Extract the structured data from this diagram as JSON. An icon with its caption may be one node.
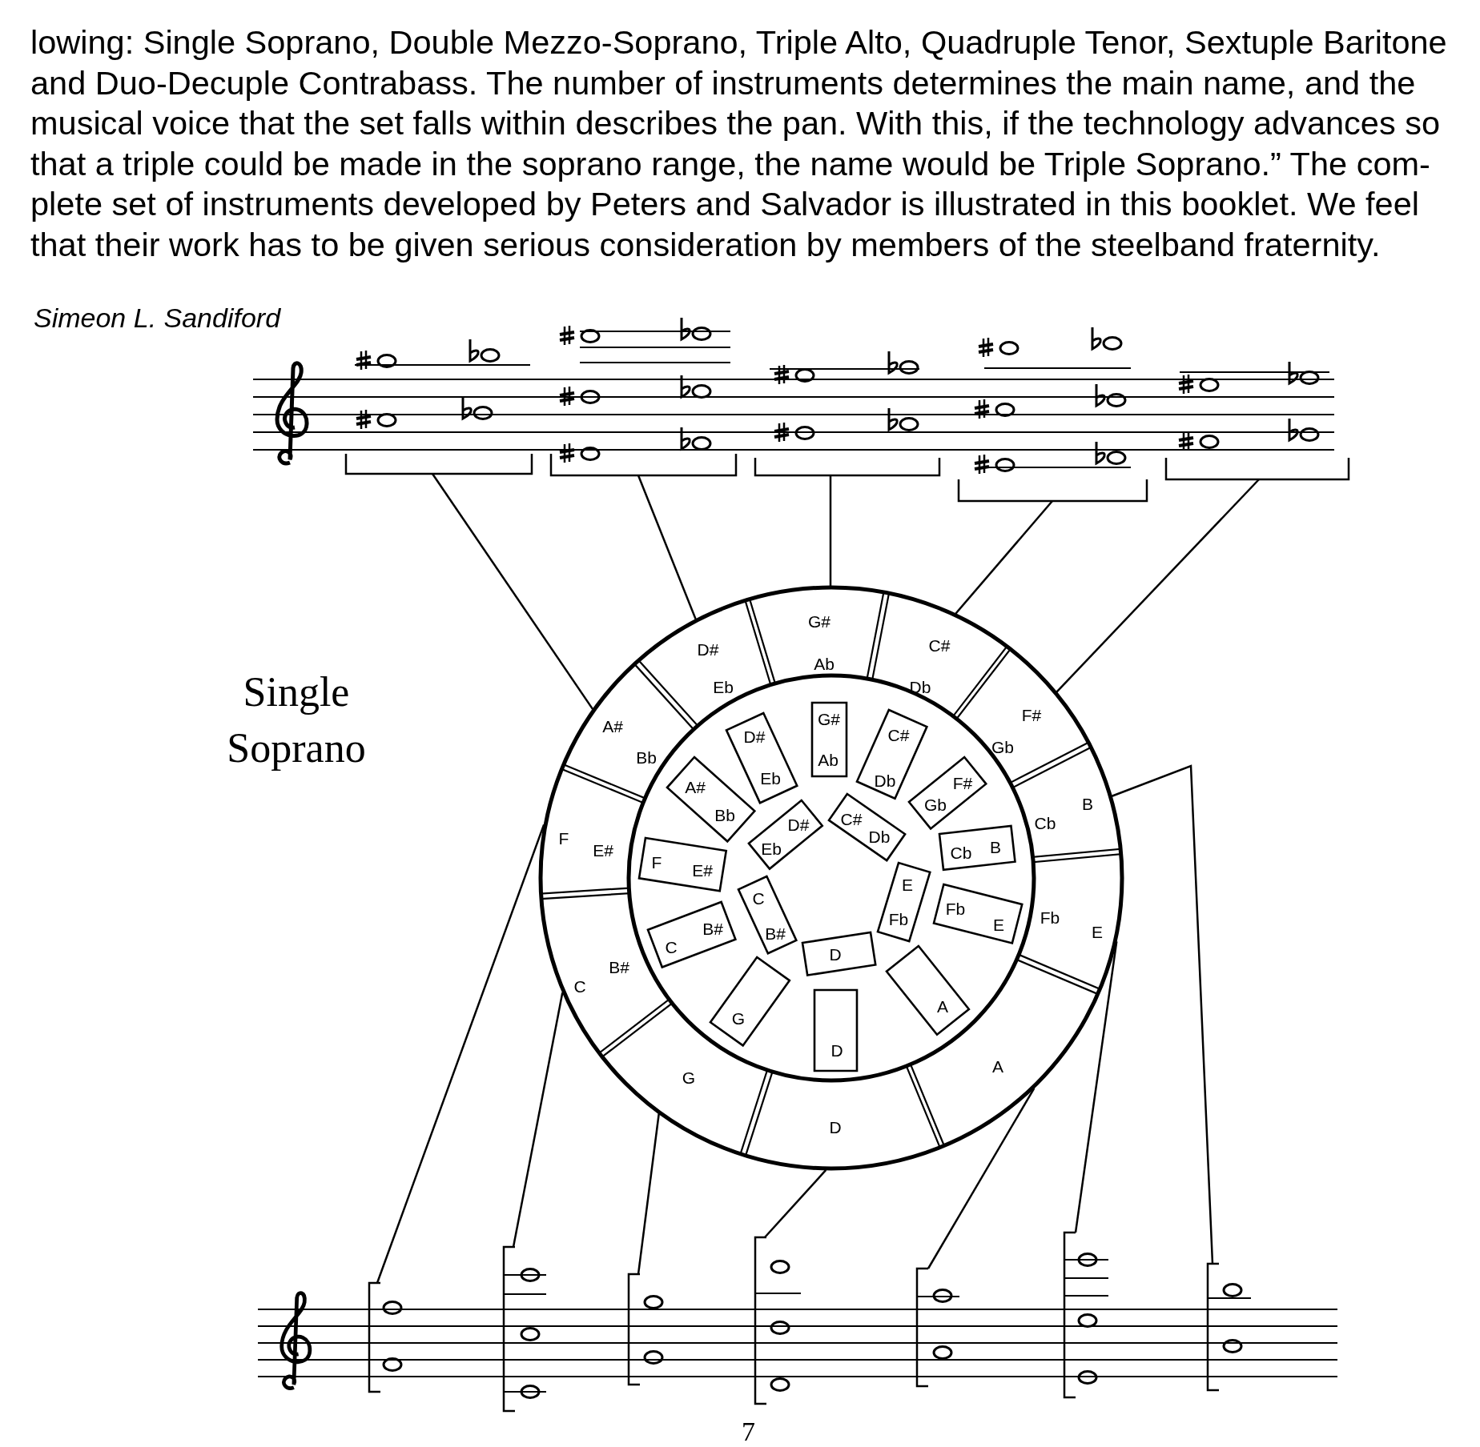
{
  "diagram": {
    "nodes": [
      {
        "text": [],
        "shape": "bracket"
      },
      {
        "text": [],
        "shape": "bracket"
      },
      {
        "text": [],
        "shape": "bracket"
      },
      {
        "text": [],
        "shape": "bracket"
      },
      {
        "text": [],
        "shape": "bracket"
      },
      {
        "text": [],
        "shape": "circle"
      },
      {
        "text": [
          "G#",
          "Ab"
        ],
        "in": 5
      },
      {
        "text": [
          "C#",
          "Db"
        ],
        "in": 5
      },
      {
        "text": [
          "F#",
          "Gb"
        ],
        "in": 5
      },
      {
        "text": [
          "B",
          "Cb"
        ],
        "in": 5
      },
      {
        "text": [
          "Fb",
          "E"
        ],
        "in": 5
      },
      {
        "text": [
          "A"
        ],
        "in": 5
      },
      {
        "text": [
          "D"
        ],
        "in": 5
      },
      {
        "text": [
          "G"
        ],
        "in": 5
      },
      {
        "text": [
          "B#",
          "C"
        ],
        "in": 5
      },
      {
        "text": [
          "F",
          "E#"
        ],
        "in": 5
      },
      {
        "text": [
          "A#",
          "Bb"
        ],
        "in": 5
      },
      {
        "text": [
          "D#",
          "Eb"
        ],
        "in": 5
      },
      {
        "text": [
          "G#",
          "Ab"
        ],
        "in": 5
      },
      {
        "text": [
          "C#",
          "Db"
        ],
        "in": 5
      },
      {
        "text": [
          "F#",
          "Gb"
        ],
        "in": 5
      },
      {
        "text": [
          "Cb",
          "B"
        ],
        "in": 5
      },
      {
        "text": [
          "Fb",
          "E"
        ],
        "in": 5
      },
      {
        "text": [
          "A"
        ],
        "in": 5
      },
      {
        "text": [
          "D"
        ],
        "in": 5
      },
      {
        "text": [
          "G"
        ],
        "in": 5
      },
      {
        "text": [
          "B#",
          "C"
        ],
        "in": 5
      },
      {
        "text": [
          "F",
          "E#"
        ],
        "in": 5
      },
      {
        "text": [
          "A#",
          "Bb"
        ],
        "in": 5
      },
      {
        "text": [
          "D#",
          "Eb"
        ],
        "in": 5
      },
      {
        "text": [
          "D#",
          "Eb"
        ],
        "in": 5
      },
      {
        "text": [
          "C#",
          "Db"
        ],
        "in": 5
      },
      {
        "text": [
          "E",
          "Fb"
        ],
        "in": 5
      },
      {
        "text": [
          "D"
        ],
        "in": 5
      },
      {
        "text": [
          "C",
          "B#"
        ],
        "in": 5
      },
      {
        "text": [],
        "shape": "bracket"
      },
      {
        "text": [],
        "shape": "bracket"
      },
      {
        "text": [],
        "shape": "bracket"
      },
      {
        "text": [],
        "shape": "bracket"
      },
      {
        "text": [],
        "shape": "bracket"
      },
      {
        "text": [],
        "shape": "bracket"
      },
      {
        "text": [],
        "shape": "bracket"
      }
    ],
    "edges": [
      {
        "from": 0,
        "to": 16,
        "arrow": "none"
      },
      {
        "from": 1,
        "to": 17,
        "arrow": "none"
      },
      {
        "from": 2,
        "to": 6,
        "arrow": "none"
      },
      {
        "from": 3,
        "to": 7,
        "arrow": "none"
      },
      {
        "from": 4,
        "to": 8,
        "arrow": "none"
      },
      {
        "from": 35,
        "to": 15,
        "arrow": "none"
      },
      {
        "from": 36,
        "to": 14,
        "arrow": "none"
      },
      {
        "from": 37,
        "to": 13,
        "arrow": "none"
      },
      {
        "from": 38,
        "to": 12,
        "arrow": "none"
      },
      {
        "from": 39,
        "to": 11,
        "arrow": "none"
      },
      {
        "from": 40,
        "to": 10,
        "arrow": "none"
      },
      {
        "from": 41,
        "to": 9,
        "arrow": "none"
      }
    ],
    "labels": [
      "lowing: Single Soprano, Double Mezzo-Soprano, Triple Alto, Quadruple Tenor, Sextuple Baritone and Duo-Decuple Contrabass. The number of instruments determines the main name, and the musical voice that the set falls within describes the pan. With this, if the technology advances so that a triple could be made in the soprano range, the name would be Triple Soprano.” The com-plete set of instruments developed by Peters and Salvador is illustrated in this booklet. We feel that their work has to be given serious consideration by members of the steelband fraternity.",
      "Simeon L. Sandiford",
      "Single Soprano",
      "7"
    ]
  }
}
